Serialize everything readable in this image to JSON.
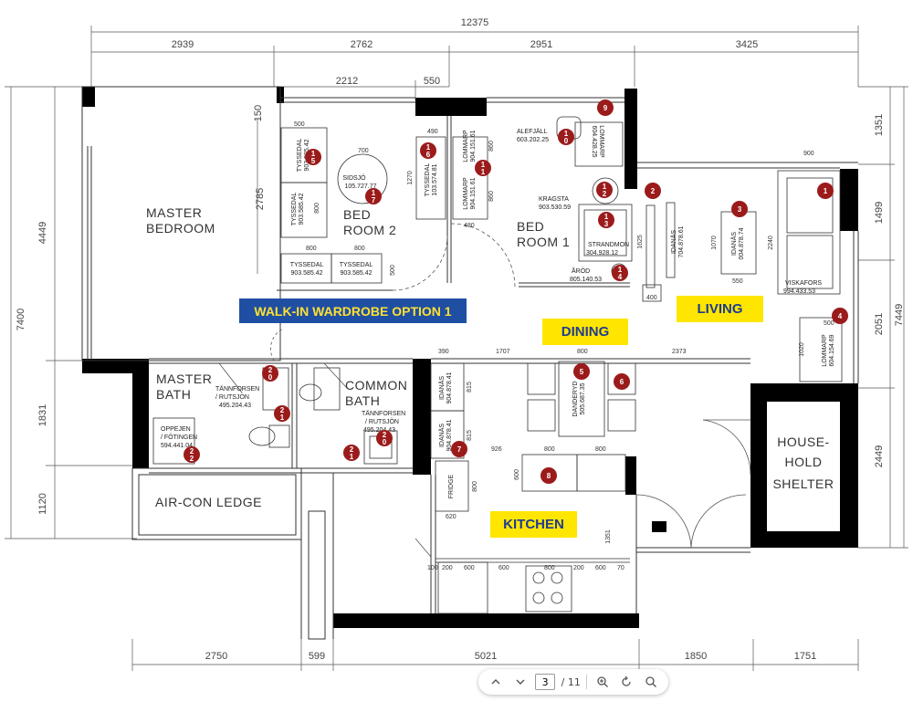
{
  "dimensions": {
    "top_total": "12375",
    "top_segments": [
      "2939",
      "2762",
      "2951",
      "3425"
    ],
    "room_widths": [
      "2212",
      "550",
      "150"
    ],
    "bottom_segments": [
      "2750",
      "599",
      "5021",
      "1850",
      "1751"
    ],
    "left_side": [
      "4449",
      "7400",
      "1831",
      "1120",
      "2785"
    ],
    "right_side": [
      "1351",
      "1499",
      "2051",
      "7449",
      "2449"
    ],
    "interior": [
      "500",
      "700",
      "800",
      "800",
      "800",
      "500",
      "490",
      "1270",
      "860",
      "860",
      "480",
      "1625",
      "1070",
      "2240",
      "900",
      "550",
      "400",
      "1020",
      "500",
      "390",
      "1707",
      "800",
      "2373",
      "815",
      "815",
      "926",
      "800",
      "800",
      "600",
      "800",
      "620",
      "1351",
      "100",
      "200",
      "600",
      "600",
      "800",
      "200",
      "600",
      "70"
    ]
  },
  "rooms": {
    "master_bedroom": [
      "MASTER",
      "BEDROOM"
    ],
    "bedroom2": [
      "BED",
      "ROOM 2"
    ],
    "bedroom1": [
      "BED",
      "ROOM 1"
    ],
    "master_bath": [
      "MASTER",
      "BATH"
    ],
    "common_bath": [
      "COMMON",
      "BATH"
    ],
    "aircon_ledge": "AIR-CON LEDGE",
    "shelter": [
      "HOUSE-",
      "HOLD",
      "SHELTER"
    ]
  },
  "highlights": {
    "walkin": "WALK-IN WARDROBE OPTION 1",
    "dining": "DINING",
    "living": "LIVING",
    "kitchen": "KITCHEN"
  },
  "furniture": {
    "tyssedal_v1": [
      "TYSSEDAL",
      "903.585.42"
    ],
    "tyssedal_v2": [
      "TYSSEDAL",
      "903.585.42"
    ],
    "tyssedal_h1": [
      "TYSSEDAL",
      "903.585.42"
    ],
    "tyssedal_h2": [
      "TYSSEDAL",
      "903.585.42"
    ],
    "sidsjo": [
      "SIDSJÖ",
      "105.727.77"
    ],
    "tyssedal_b2": [
      "TYSSEDAL",
      "103.574.81"
    ],
    "lommarp1": [
      "LOMMARP",
      "904.151.61"
    ],
    "lommarp2": [
      "LOMMARP",
      "904.151.61"
    ],
    "alefjall": [
      "ALEFJÄLL",
      "603.202.25"
    ],
    "lommarp_b1": [
      "LOMMARP",
      "604.428.25"
    ],
    "kragsta": [
      "KRAGSTA",
      "903.530.59"
    ],
    "strandmon": [
      "STRANDMON",
      "304.928.12"
    ],
    "arod": [
      "ÅRÖD",
      "805.140.53"
    ],
    "idanas_living1": [
      "IDANÄS",
      "704.878.61"
    ],
    "idanas_living2": [
      "IDANÄS",
      "004.878.74"
    ],
    "viskafors": [
      "VISKAFORS",
      "994.433.53"
    ],
    "lommarp_living": [
      "LOMMARP",
      "604.154.69"
    ],
    "tannforsen1": [
      "TÄNNFORSEN",
      "/ RUTSJÖN",
      "495.204.43"
    ],
    "tannforsen2": [
      "TÄNNFORSEN",
      "/ RUTSJÖN",
      "495.204.43"
    ],
    "oppejen": [
      "OPPEJEN",
      "/ FÖTINGEN",
      "594.441.04"
    ],
    "danderyd": [
      "DANDERYD",
      "505.687.35"
    ],
    "idanas_d1": [
      "IDANÄS",
      "904.878.41"
    ],
    "idanas_d2": [
      "IDANÄS",
      "904.878.41"
    ],
    "fridge": "FRIDGE"
  },
  "markers": [
    {
      "id": "m1a",
      "text": "1",
      "sub": "5"
    },
    {
      "id": "m2",
      "text": "1",
      "sub": "6"
    },
    {
      "id": "m3",
      "text": "1",
      "sub": "1"
    },
    {
      "id": "m4",
      "text": "9",
      "sub": ""
    },
    {
      "id": "m5",
      "text": "1",
      "sub": "0"
    },
    {
      "id": "m6",
      "text": "1",
      "sub": "7"
    },
    {
      "id": "m7",
      "text": "1",
      "sub": "2"
    },
    {
      "id": "m8",
      "text": "1",
      "sub": "3"
    },
    {
      "id": "m9",
      "text": "1",
      "sub": "4"
    },
    {
      "id": "m10",
      "text": "2",
      "sub": ""
    },
    {
      "id": "m11",
      "text": "3",
      "sub": ""
    },
    {
      "id": "m12",
      "text": "1",
      "sub": ""
    },
    {
      "id": "m13",
      "text": "4",
      "sub": ""
    },
    {
      "id": "m14",
      "text": "5",
      "sub": ""
    },
    {
      "id": "m15",
      "text": "6",
      "sub": ""
    },
    {
      "id": "m16",
      "text": "7",
      "sub": ""
    },
    {
      "id": "m17",
      "text": "8",
      "sub": ""
    },
    {
      "id": "m18",
      "text": "2",
      "sub": "0"
    },
    {
      "id": "m19",
      "text": "2",
      "sub": "1"
    },
    {
      "id": "m20",
      "text": "2",
      "sub": "2"
    },
    {
      "id": "m21",
      "text": "2",
      "sub": "0"
    },
    {
      "id": "m22",
      "text": "2",
      "sub": "1"
    }
  ],
  "toolbar": {
    "page_current": "3",
    "page_total": "/ 11",
    "icons": [
      "chevron-up-icon",
      "chevron-down-icon",
      "zoom-in-icon",
      "rotate-icon",
      "search-icon"
    ]
  },
  "colors": {
    "marker": "#9b1b1b",
    "highlight_blue": "#1f4fa3",
    "highlight_yellow": "#ffe600",
    "wall": "#000000"
  }
}
